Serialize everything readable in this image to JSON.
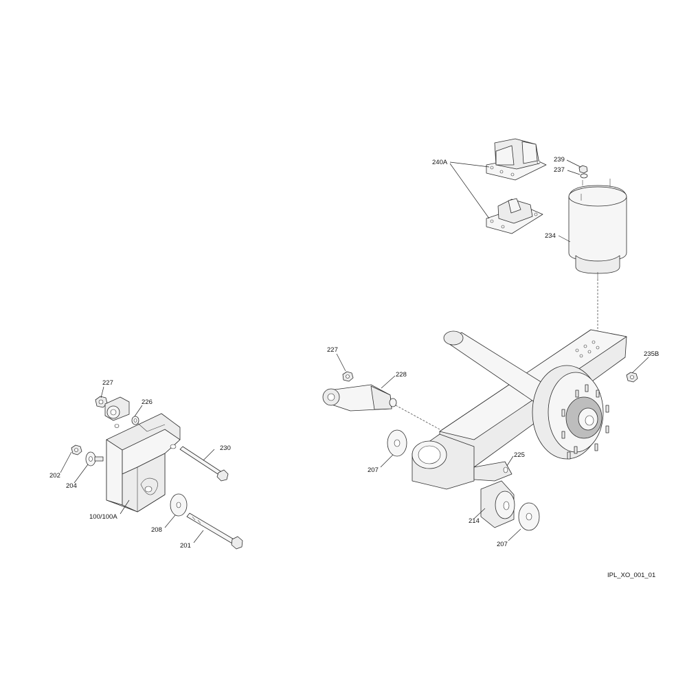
{
  "drawing_id": "IPL_XO_001_01",
  "callouts": {
    "c227a": "227",
    "c226": "226",
    "c202": "202",
    "c204": "204",
    "c230": "230",
    "c100": "100/100A",
    "c208": "208",
    "c201": "201",
    "c240A": "240A",
    "c239": "239",
    "c237": "237",
    "c234": "234",
    "c235B": "235B",
    "c227b": "227",
    "c228": "228",
    "c207a": "207",
    "c225": "225",
    "c214": "214",
    "c207b": "207"
  }
}
